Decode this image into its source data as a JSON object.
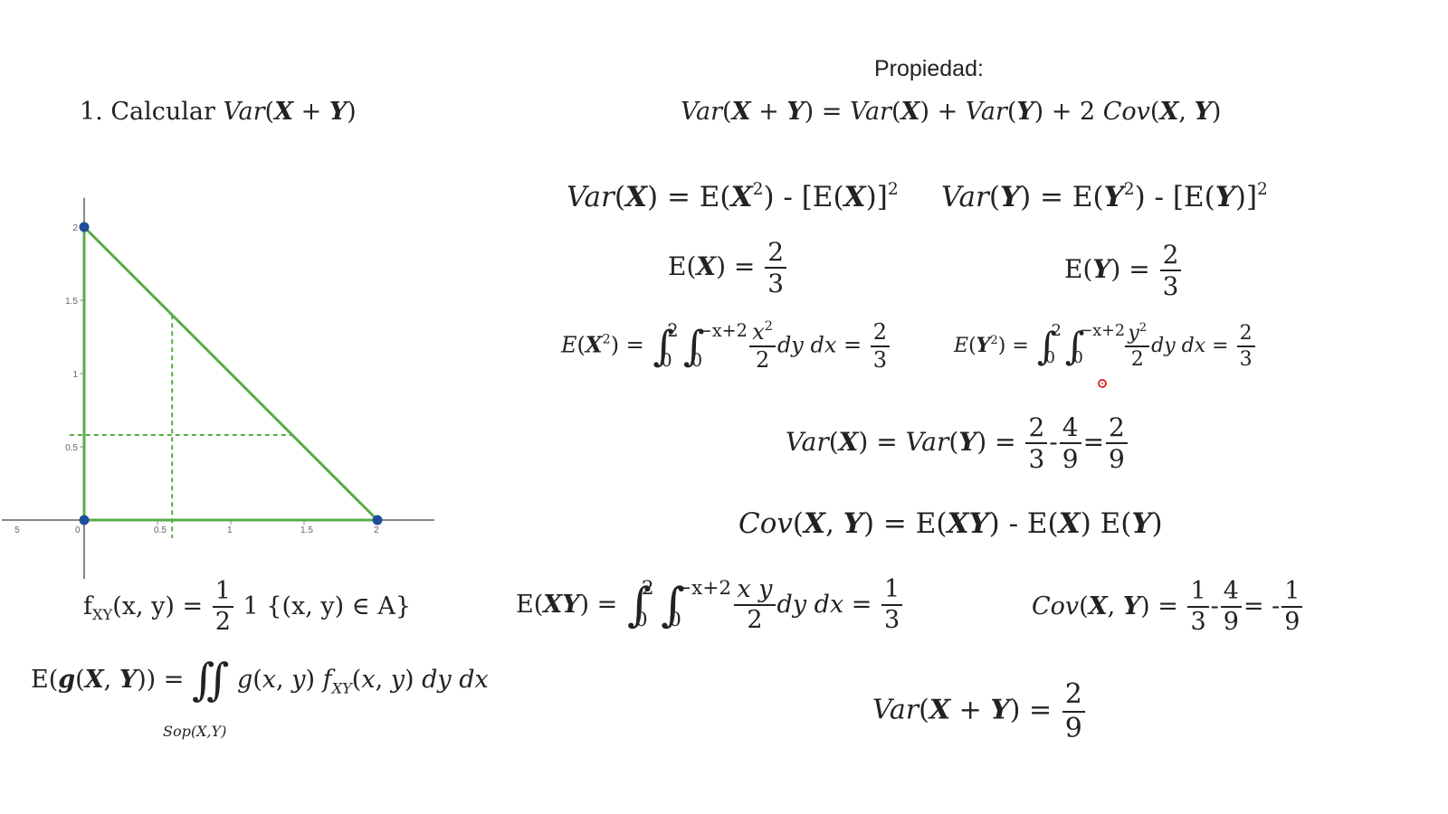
{
  "problem": {
    "number": "1.",
    "text": "Calcular"
  },
  "property_title": "Propiedad:",
  "graph": {
    "x_ticks": [
      "5",
      "0",
      "0.5",
      "1",
      "1.5",
      "2"
    ],
    "y_ticks": [
      "2",
      "1.5",
      "1",
      "0.5"
    ],
    "x_range": [
      -0.5,
      2.5
    ],
    "y_range": [
      -0.35,
      2.2
    ],
    "triangle_vertices": [
      [
        0,
        0
      ],
      [
        2,
        0
      ],
      [
        0,
        2
      ]
    ],
    "dashed_vertical_x": 0.6,
    "dashed_horizontal_y": 0.58,
    "colors": {
      "line": "#5aab4a",
      "point": "#1f4f99",
      "axis": "#888888"
    }
  },
  "fractions": {
    "half": {
      "num": "1",
      "den": "2"
    },
    "two_thirds": {
      "num": "2",
      "den": "3"
    },
    "four_ninths": {
      "num": "4",
      "den": "9"
    },
    "two_ninths": {
      "num": "2",
      "den": "9"
    },
    "one_third": {
      "num": "1",
      "den": "3"
    },
    "one_ninth": {
      "num": "1",
      "den": "9"
    }
  },
  "integral": {
    "upper_outer": "2",
    "lower": "0",
    "upper_inner": "−x+2"
  },
  "density_set": "1 {(x, y) ∈ A}",
  "support_label": "Sop(X,Y)",
  "cursor_color": "#e03030"
}
